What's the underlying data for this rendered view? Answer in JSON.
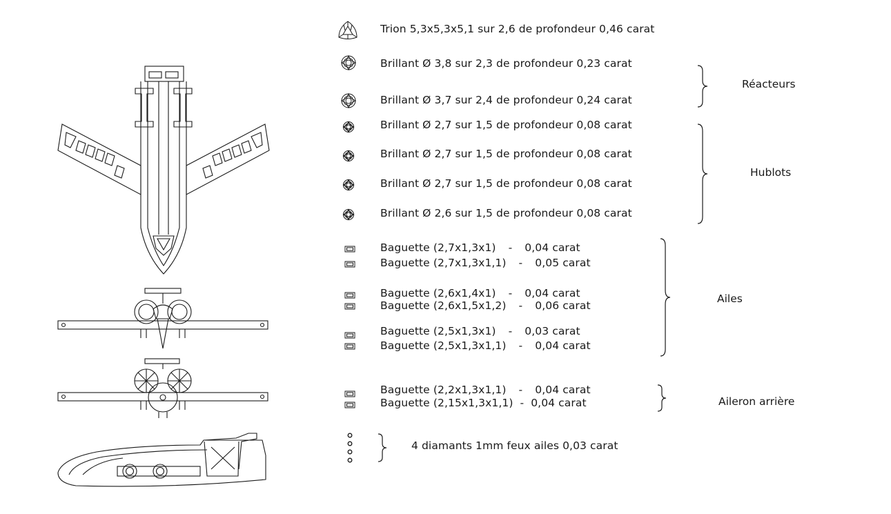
{
  "trion": {
    "desc": "Trion 5,3x5,3x5,1 sur 2,6 de profondeur",
    "carat": "0,46 carat"
  },
  "brillants": [
    {
      "desc": "Brillant Ø 3,8 sur 2,3 de profondeur",
      "carat": "0,23 carat"
    },
    {
      "desc": "Brillant Ø 3,7 sur 2,4 de profondeur",
      "carat": "0,24 carat"
    },
    {
      "desc": "Brillant Ø 2,7 sur 1,5 de profondeur",
      "carat": "0,08 carat"
    },
    {
      "desc": "Brillant Ø 2,7 sur 1,5 de profondeur",
      "carat": "0,08 carat"
    },
    {
      "desc": "Brillant Ø 2,7 sur 1,5 de profondeur",
      "carat": "0,08 carat"
    },
    {
      "desc": "Brillant Ø 2,6 sur 1,5 de profondeur",
      "carat": "0,08 carat"
    }
  ],
  "baguettes": [
    {
      "desc": "Baguette (2,7x1,3x1)",
      "sep": "-",
      "carat": "0,04 carat"
    },
    {
      "desc": "Baguette (2,7x1,3x1,1)",
      "sep": "-",
      "carat": "0,05 carat"
    },
    {
      "desc": "Baguette (2,6x1,4x1)",
      "sep": "-",
      "carat": "0,04 carat"
    },
    {
      "desc": "Baguette (2,6x1,5x1,2)",
      "sep": "-",
      "carat": "0,06 carat"
    },
    {
      "desc": "Baguette (2,5x1,3x1)",
      "sep": "-",
      "carat": "0,03 carat"
    },
    {
      "desc": "Baguette (2,5x1,3x1,1)",
      "sep": "-",
      "carat": "0,04 carat"
    },
    {
      "desc": "Baguette (2,2x1,3x1,1)",
      "sep": "-",
      "carat": "0,04 carat"
    },
    {
      "desc": "Baguette (2,15x1,3x1,1)",
      "sep": "-",
      "carat": "0,04 carat"
    }
  ],
  "feux": {
    "desc": "4 diamants 1mm feux ailes 0,03 carat"
  },
  "groups": {
    "reacteurs": "Réacteurs",
    "hublots": "Hublots",
    "ailes": "Ailes",
    "aileron": "Aileron arrière"
  },
  "icons": {
    "trion": "trion-gem-icon",
    "brillant": "brilliant-gem-icon",
    "baguette": "baguette-gem-icon",
    "round": "small-round-diamond-icon"
  }
}
